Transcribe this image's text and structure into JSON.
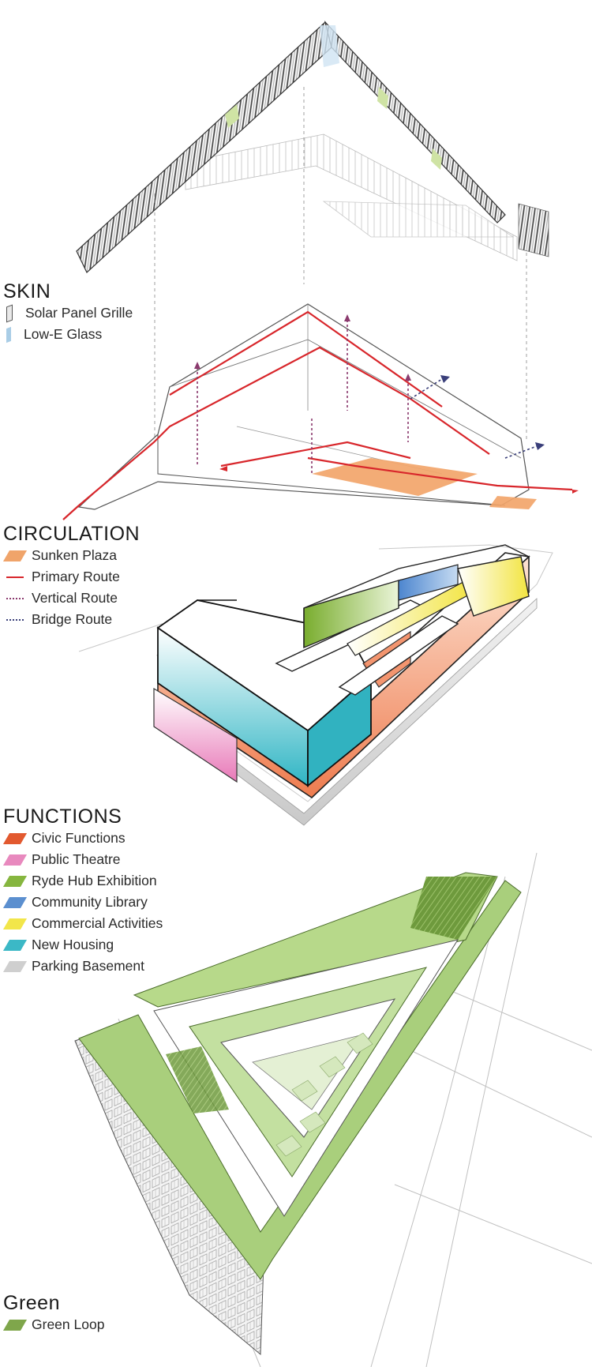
{
  "legends": {
    "skin": {
      "title": "SKIN",
      "items": [
        {
          "label": "Solar Panel Grille",
          "color": "#e8e8e8",
          "style": "grille"
        },
        {
          "label": "Low-E Glass",
          "color": "#a9cde6",
          "style": "glass"
        }
      ]
    },
    "circulation": {
      "title": "CIRCULATION",
      "items": [
        {
          "label": "Sunken Plaza",
          "color": "#f0a46a",
          "style": "fill"
        },
        {
          "label": "Primary Route",
          "color": "#d8262b",
          "style": "line"
        },
        {
          "label": "Vertical Route",
          "color": "#8b3a6e",
          "style": "dash"
        },
        {
          "label": "Bridge Route",
          "color": "#3a3f7a",
          "style": "dash"
        }
      ]
    },
    "functions": {
      "title": "FUNCTIONS",
      "items": [
        {
          "label": "Civic Functions",
          "color": "#e2592f",
          "style": "fill"
        },
        {
          "label": "Public Theatre",
          "color": "#e889be",
          "style": "fill"
        },
        {
          "label": "Ryde Hub Exhibition",
          "color": "#86b63f",
          "style": "fill"
        },
        {
          "label": "Community Library",
          "color": "#5b8fcf",
          "style": "fill"
        },
        {
          "label": "Commercial Activities",
          "color": "#f2e64a",
          "style": "fill"
        },
        {
          "label": "New Housing",
          "color": "#3bb8c6",
          "style": "fill"
        },
        {
          "label": "Parking Basement",
          "color": "#cfcfcf",
          "style": "fill"
        }
      ]
    },
    "green": {
      "title": "Green",
      "items": [
        {
          "label": "Green Loop",
          "color": "#7fa64b",
          "style": "fill"
        }
      ]
    }
  }
}
